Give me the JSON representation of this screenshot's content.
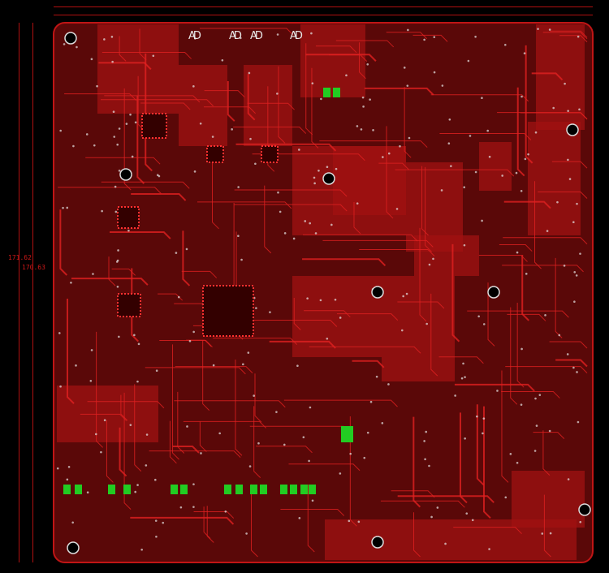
{
  "dimensions": {
    "outer": "171.62",
    "inner": "170.63"
  },
  "silkscreen": {
    "labels": [
      "AD",
      "AD",
      "AD",
      "AD"
    ]
  },
  "colors": {
    "board": "#6a0a0a",
    "copper": "#a01212",
    "trace": "#e02020",
    "pad_green": "#22cc22",
    "silk": "#e8e8e8",
    "background": "#000000"
  }
}
